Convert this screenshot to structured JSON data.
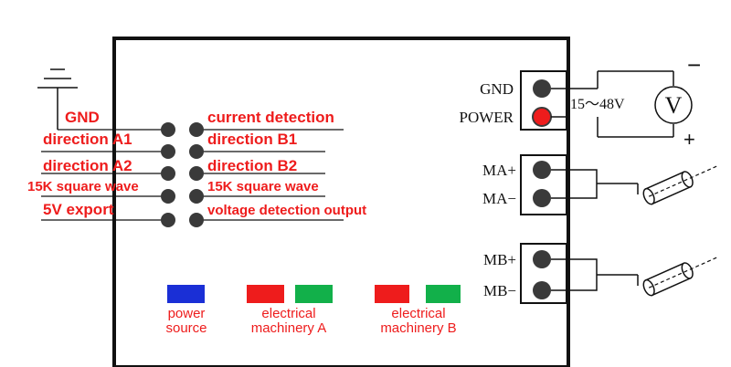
{
  "colors": {
    "label_red": "#ee1c1c",
    "led_blue": "#1a2fd6",
    "led_red": "#ee1c1c",
    "led_green": "#12b04a",
    "line": "#111111",
    "pin_gray": "#3a3a3a"
  },
  "left_labels": {
    "gnd": "GND",
    "dir_a1": "direction A1",
    "dir_a2": "direction A2",
    "sq_left": "15K square wave",
    "export": "5V export"
  },
  "right_labels": {
    "current": "current detection",
    "dir_b1": "direction B1",
    "dir_b2": "direction B2",
    "sq_right": "15K square wave",
    "voltage": "voltage detection output"
  },
  "terminals": {
    "gnd": "GND",
    "power": "POWER",
    "ma_plus": "MA+",
    "ma_minus": "MA−",
    "mb_plus": "MB+",
    "mb_minus": "MB−"
  },
  "supply": {
    "voltage_range": "15～48V",
    "meter_symbol": "V",
    "minus_sign": "−",
    "plus_sign": "+"
  },
  "indicators": {
    "power_line1": "power",
    "power_line2": "source",
    "motor_a_line1": "electrical",
    "motor_a_line2": "machinery A",
    "motor_b_line1": "electrical",
    "motor_b_line2": "machinery B"
  },
  "icons": [
    "ground-symbol-icon",
    "voltmeter-icon",
    "motor-a-icon",
    "motor-b-icon"
  ]
}
